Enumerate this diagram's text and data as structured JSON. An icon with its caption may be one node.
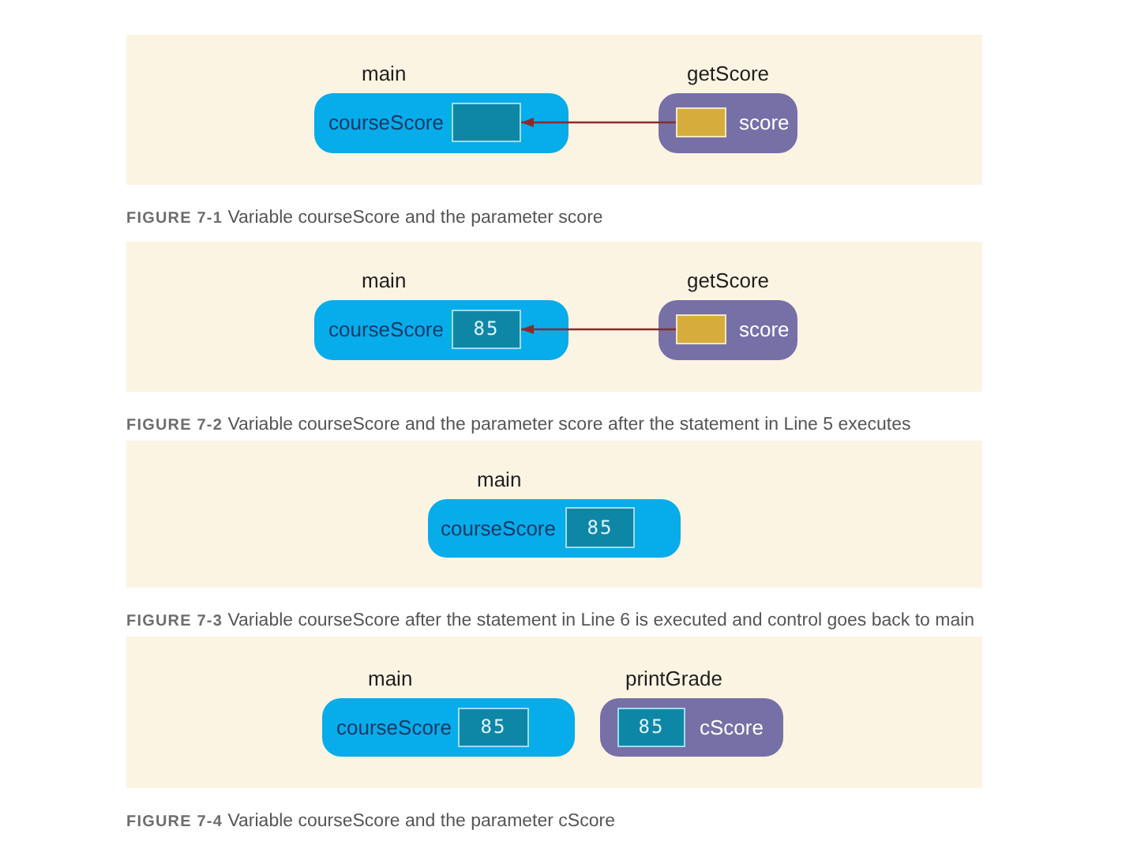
{
  "diagram": {
    "nodes": [
      {
        "text": [],
        "shape": "box",
        "beside": [
          "**FIGURE 7-1** Variable courseScore and the parameter score"
        ]
      },
      {
        "text": [
          "main",
          "courseScore"
        ],
        "in": 0
      },
      {
        "text": [],
        "shape": "box",
        "in": 1
      },
      {
        "text": [
          "getScore",
          "score"
        ],
        "in": 0
      },
      {
        "text": [],
        "shape": "box",
        "in": 3
      },
      {
        "text": [],
        "shape": "box",
        "beside": [
          "**FIGURE 7-2** Variable courseScore and the parameter score after the statement in Line 5 executes"
        ]
      },
      {
        "text": [
          "main",
          "courseScore"
        ],
        "in": 5
      },
      {
        "text": [
          "85"
        ],
        "in": 6
      },
      {
        "text": [
          "getScore",
          "score"
        ],
        "in": 5
      },
      {
        "text": [],
        "shape": "box",
        "in": 8
      },
      {
        "text": [],
        "shape": "box",
        "beside": [
          "**FIGURE 7-3** Variable courseScore after the statement in Line 6 is executed and control goes back to main"
        ]
      },
      {
        "text": [
          "main",
          "courseScore"
        ],
        "in": 10
      },
      {
        "text": [
          "85"
        ],
        "in": 11
      },
      {
        "text": [],
        "shape": "box",
        "beside": [
          "**FIGURE 7-4** Variable courseScore and the parameter cScore"
        ]
      },
      {
        "text": [
          "main",
          "courseScore"
        ],
        "in": 13
      },
      {
        "text": [
          "85"
        ],
        "in": 14
      },
      {
        "text": [
          "printGrade",
          "cScore"
        ],
        "in": 13
      },
      {
        "text": [
          "85"
        ],
        "in": 16
      }
    ],
    "edges": [
      {
        "from": 4,
        "to": 2,
        "arrow": "to"
      },
      {
        "from": 9,
        "to": 7,
        "arrow": "to"
      }
    ]
  }
}
